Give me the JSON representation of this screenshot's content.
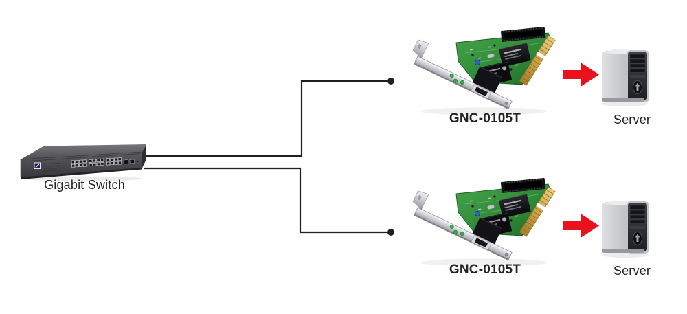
{
  "diagram": {
    "switch": {
      "label": "Gigabit Switch"
    },
    "branches": [
      {
        "nic_label": "GNC-0105T",
        "server_label": "Server"
      },
      {
        "nic_label": "GNC-0105T",
        "server_label": "Server"
      }
    ],
    "connections": [
      {
        "from": "gigabit-switch",
        "to": "nic-1"
      },
      {
        "from": "gigabit-switch",
        "to": "nic-2"
      }
    ],
    "icons": {
      "switch": "rackmount-24port-switch",
      "nic": "pci-ethernet-card",
      "server": "tower-server",
      "arrow": "red-right-arrow",
      "dot": "endpoint-dot"
    },
    "colors": {
      "line": "#231f20",
      "text": "#272324",
      "arrow": "#e8111c",
      "pcb": "#2f8a37",
      "gold": "#cfa347",
      "bracket": "#cfcfd5",
      "switch_body": "#47474b",
      "server_body": "#c3c5c8"
    }
  }
}
